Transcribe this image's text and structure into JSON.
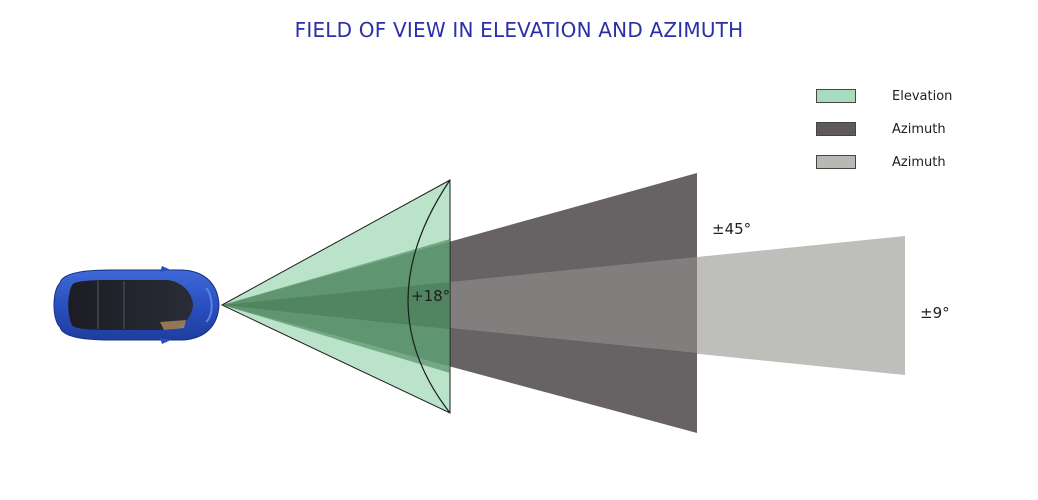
{
  "title": "FIELD OF VIEW IN ELEVATION AND AZIMUTH",
  "legend": [
    {
      "label": "Elevation",
      "color": "#a9dcbf"
    },
    {
      "label": "Azimuth",
      "color": "#605a5b"
    },
    {
      "label": "Azimuth",
      "color": "#b8b8b5"
    }
  ],
  "angles": {
    "wide_azimuth": "±45°",
    "elevation": "+18°",
    "narrow_azimuth": "±9°"
  },
  "colors": {
    "title": "#2b2fa8",
    "car_body": "#2f56c4",
    "elevation": "#a9dcbf",
    "azimuth_wide": "#605a5b",
    "azimuth_narrow": "#b8b8b5"
  }
}
